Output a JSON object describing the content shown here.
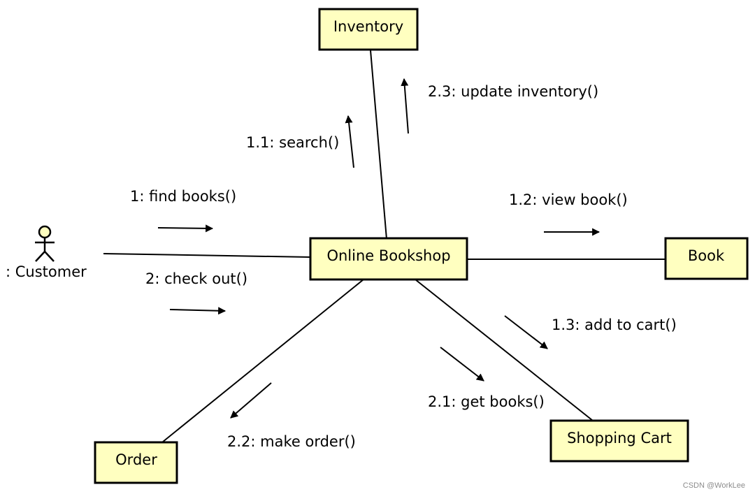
{
  "colors": {
    "box_fill": "#ffffc0",
    "stroke": "#000000",
    "actor_head": "#ffffc0"
  },
  "actor": {
    "label": ": Customer",
    "icon": "stick-figure-icon"
  },
  "objects": {
    "inventory": "Inventory",
    "online_bookshop": "Online Bookshop",
    "book": "Book",
    "order": "Order",
    "shopping_cart": "Shopping Cart"
  },
  "messages": {
    "m1": "1: find books()",
    "m1_1": "1.1: search()",
    "m1_2": "1.2: view book()",
    "m1_3": "1.3: add to cart()",
    "m2": "2: check out()",
    "m2_1": "2.1: get books()",
    "m2_2": "2.2: make order()",
    "m2_3": "2.3: update inventory()"
  },
  "watermark": "CSDN @WorkLee"
}
